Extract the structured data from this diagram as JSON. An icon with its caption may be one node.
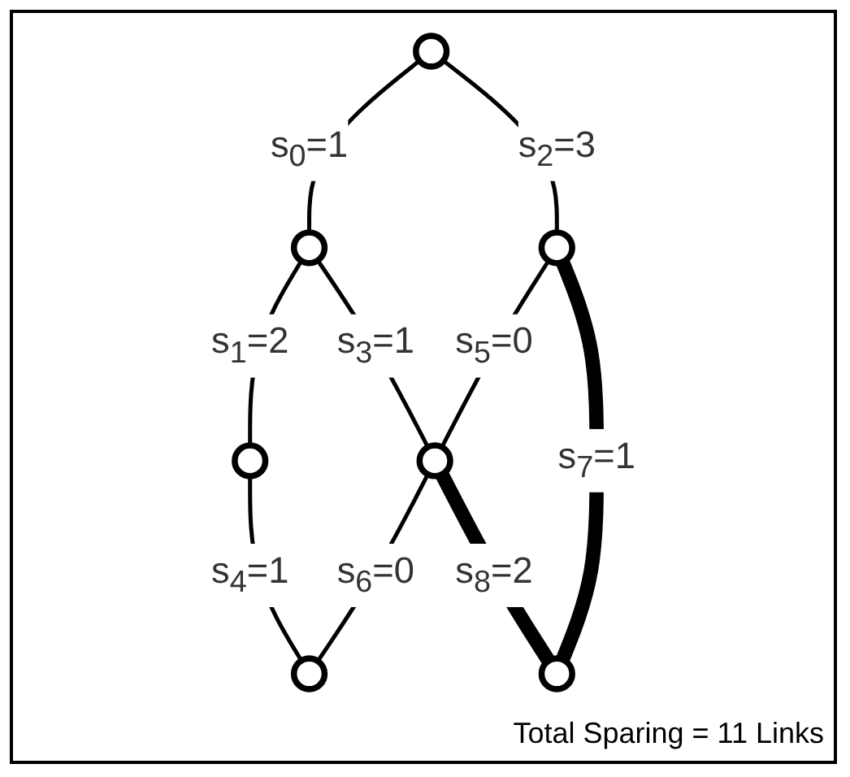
{
  "diagram": {
    "nodes": [
      {
        "text": [],
        "shape": "circle"
      },
      {
        "text": [],
        "shape": "circle"
      },
      {
        "text": [],
        "shape": "circle"
      },
      {
        "text": [],
        "shape": "circle"
      },
      {
        "text": [],
        "shape": "circle"
      },
      {
        "text": [],
        "shape": "circle"
      },
      {
        "text": [],
        "shape": "circle"
      }
    ],
    "edges": [
      {
        "from": 0,
        "to": 1,
        "arrow": "none",
        "label": "s$_{0}$=1"
      },
      {
        "from": 1,
        "to": 2,
        "arrow": "none",
        "label": "s$_{1}$=2"
      },
      {
        "from": 0,
        "to": 3,
        "arrow": "none",
        "label": "s$_{2}$=3"
      },
      {
        "from": 1,
        "to": 4,
        "arrow": "none",
        "label": "s$_{3}$=1"
      },
      {
        "from": 2,
        "to": 5,
        "arrow": "none",
        "label": "s$_{4}$=1"
      },
      {
        "from": 3,
        "to": 4,
        "arrow": "none",
        "label": "s$_{5}$=0"
      },
      {
        "from": 4,
        "to": 5,
        "arrow": "none",
        "label": "s$_{6}$=0"
      },
      {
        "from": 3,
        "to": 6,
        "arrow": "none",
        "label": "s$_{7}$=1",
        "style": "thick"
      },
      {
        "from": 4,
        "to": 6,
        "arrow": "none",
        "label": "s$_{8}$=2",
        "style": "thick"
      }
    ],
    "labels": [
      "Total Sparing = 11 Links"
    ]
  }
}
